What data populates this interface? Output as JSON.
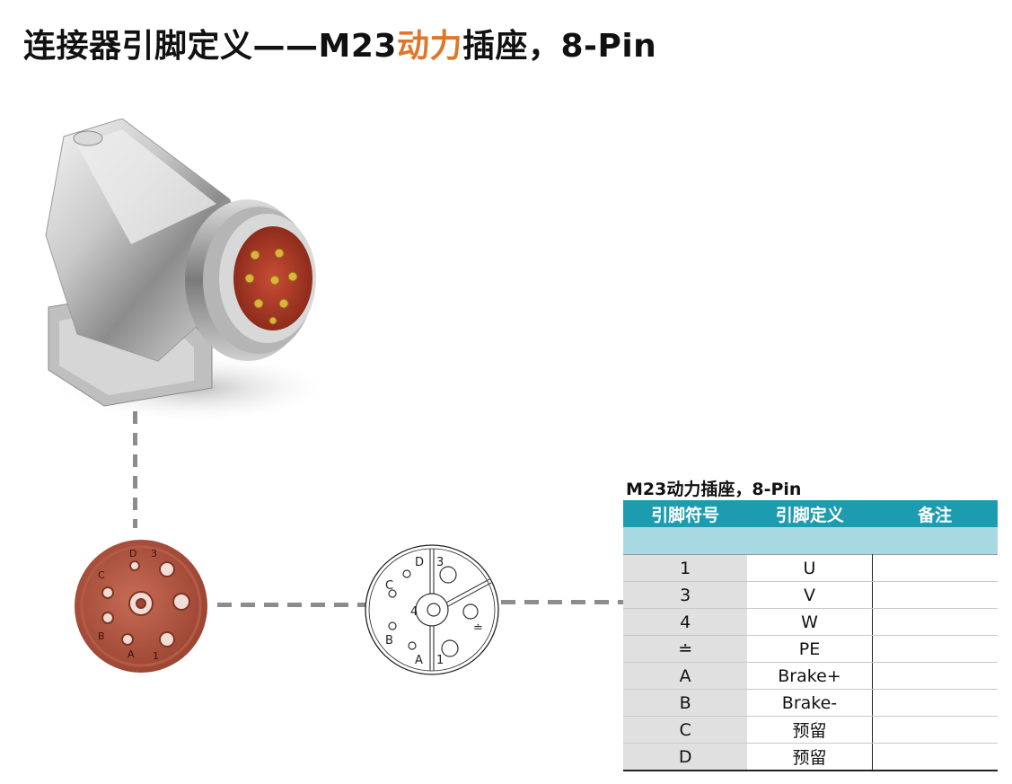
{
  "page": {
    "title_prefix": "连接器引脚定义——M23",
    "title_accent": "动力",
    "title_suffix": "插座，8-Pin"
  },
  "colors": {
    "accent": "#e0762a",
    "table_header": "#1e9caf",
    "table_band": "#a8d8e2",
    "symbol_cell": "#e0e0e0"
  },
  "diagram": {
    "labels": [
      "D",
      "3",
      "C",
      "4",
      "≐",
      "B",
      "A",
      "1"
    ]
  },
  "table": {
    "title": "M23动力插座，8-Pin",
    "headers": [
      "引脚符号",
      "引脚定义",
      "备注"
    ],
    "rows": [
      {
        "symbol": "1",
        "definition": "U",
        "note": ""
      },
      {
        "symbol": "3",
        "definition": "V",
        "note": ""
      },
      {
        "symbol": "4",
        "definition": "W",
        "note": ""
      },
      {
        "symbol": "≐",
        "definition": "PE",
        "note": ""
      },
      {
        "symbol": "A",
        "definition": "Brake+",
        "note": ""
      },
      {
        "symbol": "B",
        "definition": "Brake-",
        "note": ""
      },
      {
        "symbol": "C",
        "definition": "预留",
        "note": ""
      },
      {
        "symbol": "D",
        "definition": "预留",
        "note": ""
      }
    ]
  }
}
